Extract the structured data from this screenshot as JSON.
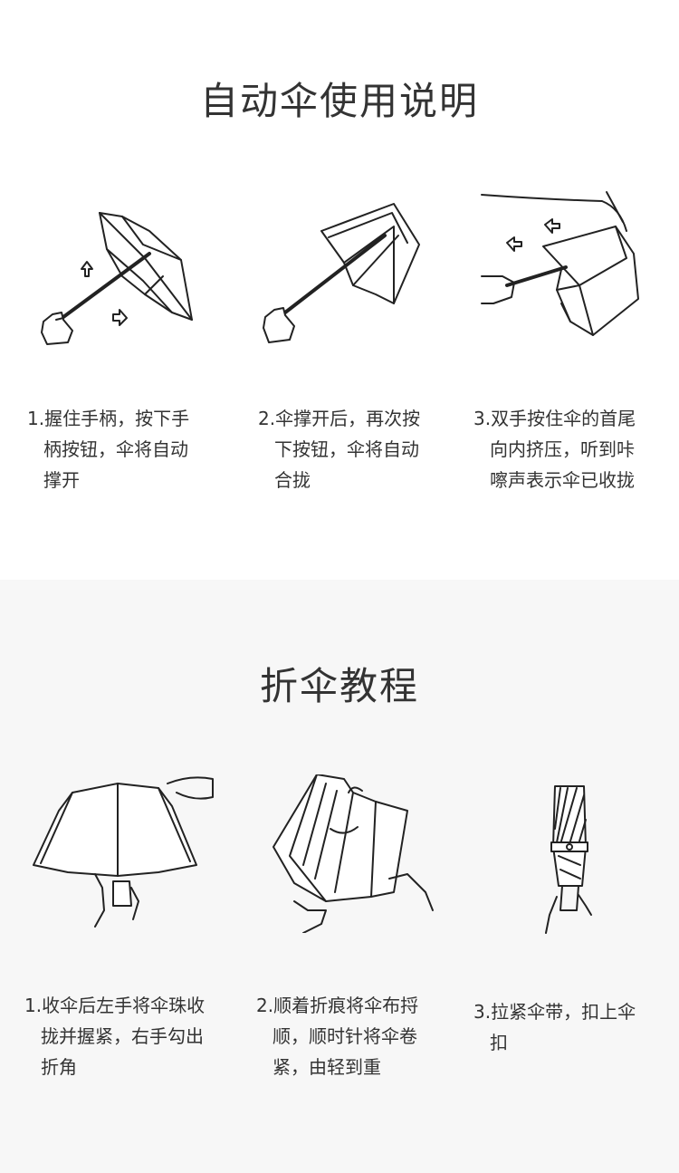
{
  "sections": [
    {
      "title": "自动伞使用说明",
      "steps": [
        {
          "lines": [
            "1.握住手柄，按下手",
            "柄按钮，伞将自动",
            "撑开"
          ]
        },
        {
          "lines": [
            "2.伞撑开后，再次按",
            "下按钮，伞将自动",
            "合拢"
          ]
        },
        {
          "lines": [
            "3.双手按住伞的首尾",
            "向内挤压，听到咔",
            "嚓声表示伞已收拢"
          ]
        }
      ]
    },
    {
      "title": "折伞教程",
      "steps": [
        {
          "lines": [
            "1.收伞后左手将伞珠收",
            "拢并握紧，右手勾出",
            "折角"
          ]
        },
        {
          "lines": [
            "2.顺着折痕将伞布捋",
            "顺，顺时针将伞卷",
            "紧，由轻到重"
          ]
        },
        {
          "lines": [
            "3.拉紧伞带，扣上伞",
            "扣"
          ]
        }
      ]
    }
  ],
  "colors": {
    "line_art": "#222222",
    "text": "#333333",
    "section2_bg": "#f7f7f7"
  },
  "icons": [
    "open-umbrella-icon",
    "closing-umbrella-icon",
    "compress-umbrella-icon",
    "fold-corner-icon",
    "wrap-umbrella-icon",
    "fasten-strap-icon"
  ]
}
